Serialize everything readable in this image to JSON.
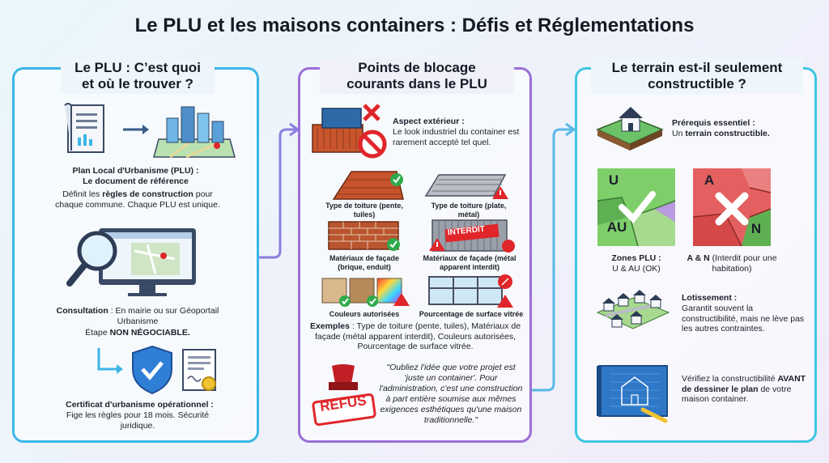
{
  "title": "Le PLU et les maisons containers : Défis et Réglementations",
  "colors": {
    "panel1": "#3bb6e6",
    "panel2": "#9a6fd6",
    "panel3": "#3ec6e2",
    "ok": "#2eaa4a",
    "warn": "#e0262a"
  },
  "panel1": {
    "title": "Le PLU : C’est quoi et où le trouver ?",
    "plu_heading": "Plan Local d'Urbanisme (PLU) :",
    "plu_heading2": "Le document de référence",
    "plu_desc_pre": "Définit les ",
    "plu_desc_bold": "règles de construction",
    "plu_desc_post": " pour chaque commune. Chaque PLU est unique.",
    "consult_bold": "Consultation",
    "consult_text": " : En mairie ou sur Géoportail Urbanisme",
    "consult_step_pre": "Étape ",
    "consult_step_bold": "NON NÉGOCIABLE.",
    "certif_bold": "Certificat d'urbanisme opérationnel :",
    "certif_text": "Fige les règles pour 18 mois. Sécurité juridique.",
    "icons": [
      "document-icon",
      "city-map-icon",
      "magnifier-monitor-icon",
      "shield-check-icon",
      "certificate-icon"
    ]
  },
  "panel2": {
    "title": "Points de blocage courants dans le PLU",
    "aspect_bold": "Aspect extérieur :",
    "aspect_text": "Le look industriel du container est rarement accepté tel quel.",
    "items": [
      {
        "label": "Type de toiture (pente, tuiles)",
        "status": "ok"
      },
      {
        "label": "Type de toiture (plate, métal)",
        "status": "warn"
      },
      {
        "label": "Matériaux de façade (brique, enduit)",
        "status": "ok"
      },
      {
        "label": "Matériaux de façade (métal apparent interdit)",
        "status": "warn"
      },
      {
        "label": "Couleurs autorisées",
        "status": "ok"
      },
      {
        "label": "Pourcentage de surface vitrée",
        "status": "warn"
      }
    ],
    "interdit": "INTERDIT",
    "examples_bold": "Exemples",
    "examples_text": " : Type de toiture (pente, tuiles), Matériaux de façade (métal apparent interdit), Couleurs autorisées, Pourcentage de surface vitrée.",
    "quote": "\"Oubliez l'idée que votre projet est 'juste un container'. Pour l'administration, c'est une construction à part entière soumise aux mêmes exigences esthétiques qu'une maison traditionnelle.\"",
    "stamp": "REFUS"
  },
  "panel3": {
    "title": "Le terrain est-il seulement constructible ?",
    "prereq_bold": "Prérequis essentiel :",
    "prereq_text_pre": "Un ",
    "prereq_text_bold": "terrain constructible.",
    "zone_ok_labels": [
      "U",
      "AU"
    ],
    "zone_no_labels": [
      "A",
      "N"
    ],
    "zones_ok_bold": "Zones PLU :",
    "zones_ok_text": "U & AU (OK)",
    "zones_no_bold": "A & N",
    "zones_no_text": " (Interdit pour une habitation)",
    "lot_bold": "Lotissement :",
    "lot_text": "Garantit souvent la constructibilité, mais ne lève pas les autres contraintes.",
    "verify_pre": "Vérifiez la constructibilité ",
    "verify_bold": "AVANT de dessiner le plan",
    "verify_post": " de votre maison container."
  }
}
